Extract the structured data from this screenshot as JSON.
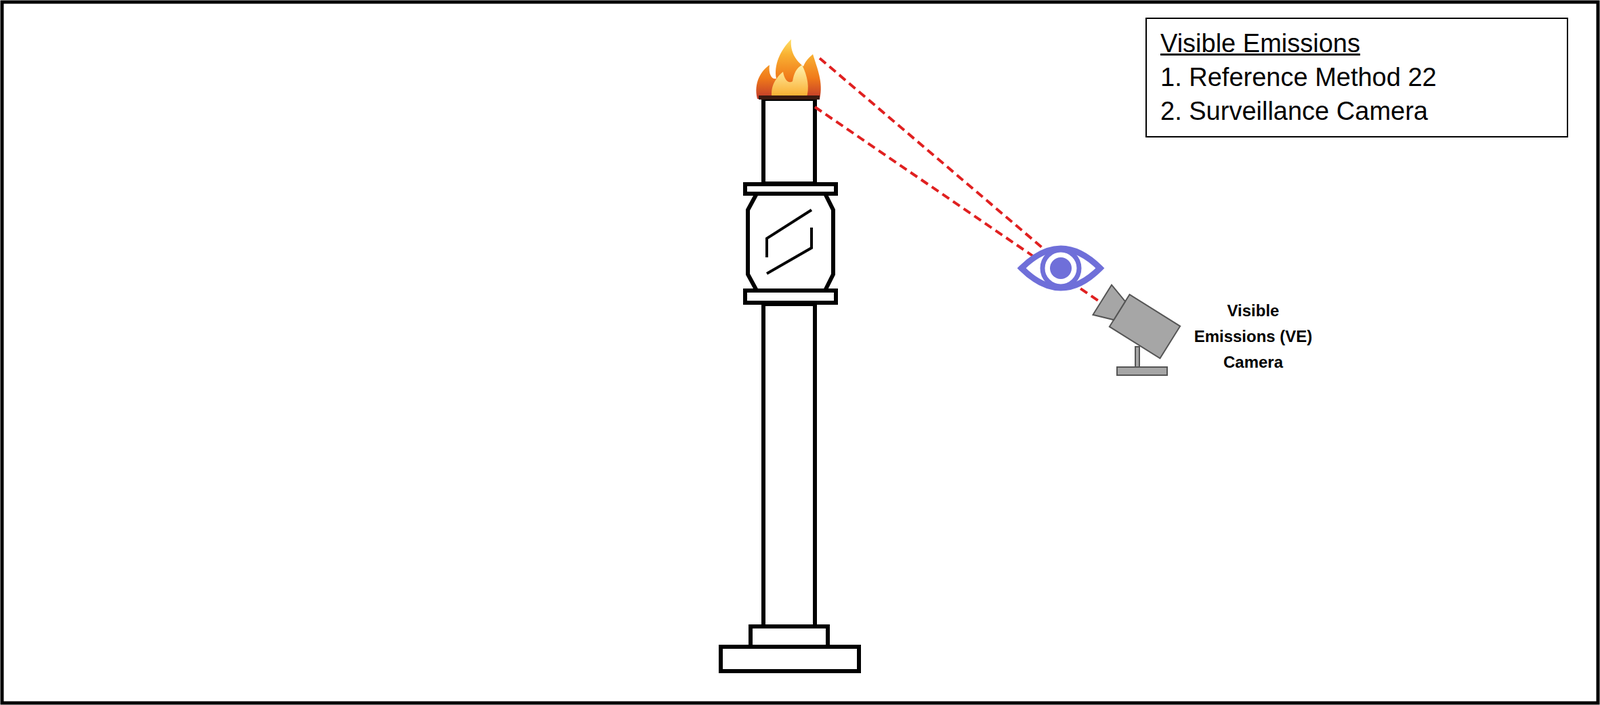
{
  "diagram": {
    "nodes": [
      {
        "text": [
          "Visible Emissions",
          "1. Reference Method 22",
          "2. Surveillance Camera"
        ]
      }
    ],
    "edges": [],
    "labels": [
      "Visible Emissions (VE) Camera"
    ]
  }
}
